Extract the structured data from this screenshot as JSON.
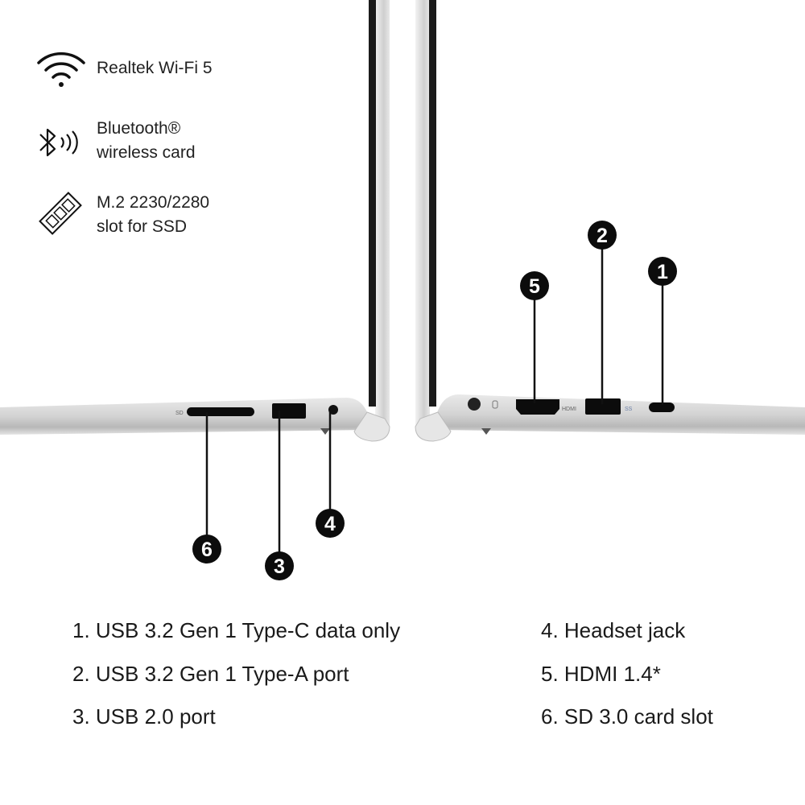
{
  "features": [
    {
      "icon": "wifi-icon",
      "lines": [
        "Realtek Wi-Fi 5"
      ]
    },
    {
      "icon": "bluetooth-icon",
      "lines": [
        "Bluetooth®",
        "wireless card"
      ]
    },
    {
      "icon": "ssd-icon",
      "lines": [
        "M.2 2230/2280",
        "slot for SSD"
      ]
    }
  ],
  "callouts": [
    "1",
    "2",
    "3",
    "4",
    "5",
    "6"
  ],
  "port_labels": {
    "sd": "SD",
    "hdmi": "HDMI",
    "ss": "SS"
  },
  "legend": [
    "1. USB 3.2 Gen 1 Type-C data only",
    "2. USB 3.2 Gen 1 Type-A port",
    "3. USB 2.0 port",
    "4. Headset jack",
    "5. HDMI 1.4*",
    "6. SD 3.0 card slot"
  ]
}
